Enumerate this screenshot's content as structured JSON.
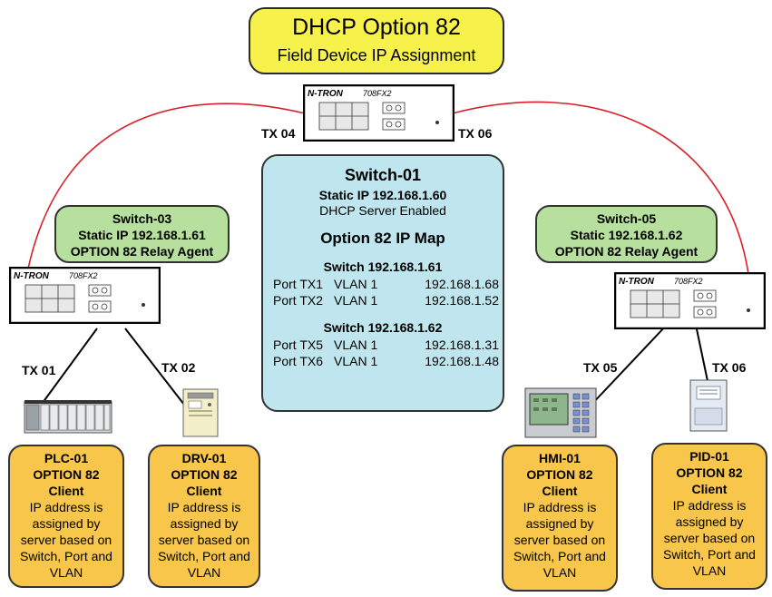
{
  "title": {
    "main": "DHCP Option 82",
    "sub": "Field Device IP Assignment"
  },
  "switch01": {
    "name": "Switch-01",
    "static_ip": "Static IP  192.168.1.60",
    "dhcp": "DHCP Server Enabled",
    "map_title": "Option 82 IP Map",
    "groups": [
      {
        "header": "Switch 192.168.1.61",
        "rows": [
          {
            "port": "Port TX1",
            "vlan": "VLAN 1",
            "ip": "192.168.1.68"
          },
          {
            "port": "Port TX2",
            "vlan": "VLAN 1",
            "ip": "192.168.1.52"
          }
        ]
      },
      {
        "header": "Switch 192.168.1.62",
        "rows": [
          {
            "port": "Port TX5",
            "vlan": "VLAN 1",
            "ip": "192.168.1.31"
          },
          {
            "port": "Port TX6",
            "vlan": "VLAN 1",
            "ip": "192.168.1.48"
          }
        ]
      }
    ]
  },
  "switch03": {
    "name": "Switch-03",
    "static_ip": "Static IP  192.168.1.61",
    "role": "OPTION 82 Relay Agent"
  },
  "switch05": {
    "name": "Switch-05",
    "static_ip": "Static  192.168.1.62",
    "role": "OPTION 82 Relay Agent"
  },
  "switch_hw": {
    "brand": "N-TRON",
    "model": "708FX2"
  },
  "port_labels": {
    "tx04": "TX 04",
    "tx06_top": "TX 06",
    "tx01": "TX 01",
    "tx02": "TX 02",
    "tx05": "TX 05",
    "tx06_right": "TX 06"
  },
  "clients": [
    {
      "name": "PLC-01",
      "opt": "OPTION 82",
      "role": "Client",
      "desc": [
        "IP address is",
        "assigned by",
        "server based on",
        "Switch, Port and",
        "VLAN"
      ]
    },
    {
      "name": "DRV-01",
      "opt": "OPTION 82",
      "role": "Client",
      "desc": [
        "IP address is",
        "assigned by",
        "server based on",
        "Switch, Port and",
        "VLAN"
      ]
    },
    {
      "name": "HMI-01",
      "opt": "OPTION 82",
      "role": "Client",
      "desc": [
        "IP address is",
        "assigned by",
        "server based on",
        "Switch, Port and",
        "VLAN"
      ]
    },
    {
      "name": "PID-01",
      "opt": "OPTION 82",
      "role": "Client",
      "desc": [
        "IP address is",
        "assigned by",
        "server based on",
        "Switch, Port and",
        "VLAN"
      ]
    }
  ],
  "colors": {
    "title_fill": "#f7f14b",
    "server_fill": "#bfe6ee",
    "relay_fill": "#b7df9d",
    "client_fill": "#f8c64a",
    "fiber_link": "#d9202a"
  }
}
